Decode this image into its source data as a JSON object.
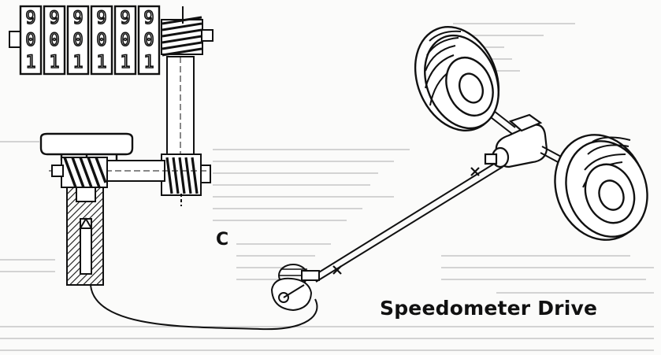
{
  "labels": {
    "c": "C",
    "title": "Speedometer Drive"
  },
  "odometer": {
    "drums": [
      [
        "9",
        "0",
        "1"
      ],
      [
        "9",
        "0",
        "1"
      ],
      [
        "9",
        "0",
        "1"
      ],
      [
        "9",
        "0",
        "1"
      ],
      [
        "9",
        "0",
        "1"
      ],
      [
        "9",
        "0",
        "1"
      ]
    ]
  },
  "colors": {
    "ink": "#111111",
    "background": "#fbfbfa",
    "bleed_text": "#b9b9b9"
  },
  "icons": {
    "counter": "odometer-counter",
    "gearbox": "worm-gear-train",
    "axle": "rear-axle-with-wheels",
    "drive_gear": "speedo-drive-gear"
  }
}
